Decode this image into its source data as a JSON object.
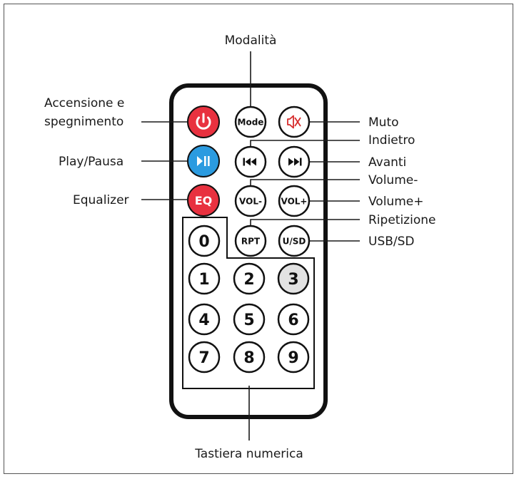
{
  "colors": {
    "power": "#e8313f",
    "play": "#2b9be0",
    "eq": "#e8313f",
    "mute_icon": "#d62b2b",
    "line": "#1a1a1a",
    "btn_3_fill": "#e2e2e2"
  },
  "labels": {
    "modalita": "Modalità",
    "accensione_line1": "Accensione e",
    "accensione_line2": "spegnimento",
    "muto": "Muto",
    "indietro": "Indietro",
    "play_pausa": "Play/Pausa",
    "avanti": "Avanti",
    "volume_minus": "Volume-",
    "equalizer": "Equalizer",
    "volume_plus": "Volume+",
    "ripetizione": "Ripetizione",
    "usb_sd": "USB/SD",
    "tastiera": "Tastiera numerica"
  },
  "buttons": {
    "mode": "Mode",
    "eq": "EQ",
    "vol_minus": "VOL-",
    "vol_plus": "VOL+",
    "rpt": "RPT",
    "usb_sd": "U/SD",
    "play_pause_icon": "play-pause-icon",
    "power_icon": "power-icon",
    "mute_icon": "mute-icon",
    "prev_icon": "previous-track-icon",
    "next_icon": "next-track-icon"
  },
  "digits": [
    "0",
    "1",
    "2",
    "3",
    "4",
    "5",
    "6",
    "7",
    "8",
    "9"
  ]
}
